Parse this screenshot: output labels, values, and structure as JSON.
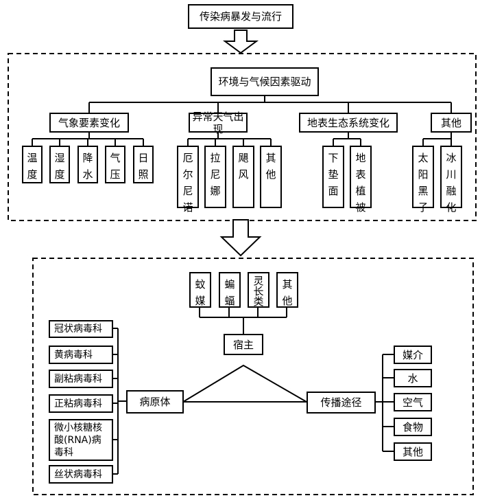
{
  "top": {
    "title": "传染病暴发与流行"
  },
  "env": {
    "title": "环境与气候因素驱动",
    "groups": [
      {
        "label": "气象要素变化",
        "items": [
          "温度",
          "湿度",
          "降水",
          "气压",
          "日照"
        ]
      },
      {
        "label": "异常天气出现",
        "items": [
          "厄尔尼诺",
          "拉尼娜",
          "飓风",
          "其他"
        ]
      },
      {
        "label": "地表生态系统变化",
        "items": [
          "下垫面",
          "地表植被"
        ]
      },
      {
        "label": "其他",
        "items": [
          "太阳黑子",
          "冰川融化"
        ]
      }
    ]
  },
  "host": {
    "title": "宿主",
    "items": [
      "蚊媒",
      "蝙蝠",
      "灵长类",
      "其他"
    ]
  },
  "pathogen": {
    "title": "病原体",
    "items": [
      "冠状病毒科",
      "黄病毒科",
      "副粘病毒科",
      "正粘病毒科",
      "微小核糖核酸(RNA)病毒科",
      "丝状病毒科"
    ]
  },
  "route": {
    "title": "传播途径",
    "items": [
      "媒介",
      "水",
      "空气",
      "食物",
      "其他"
    ]
  }
}
